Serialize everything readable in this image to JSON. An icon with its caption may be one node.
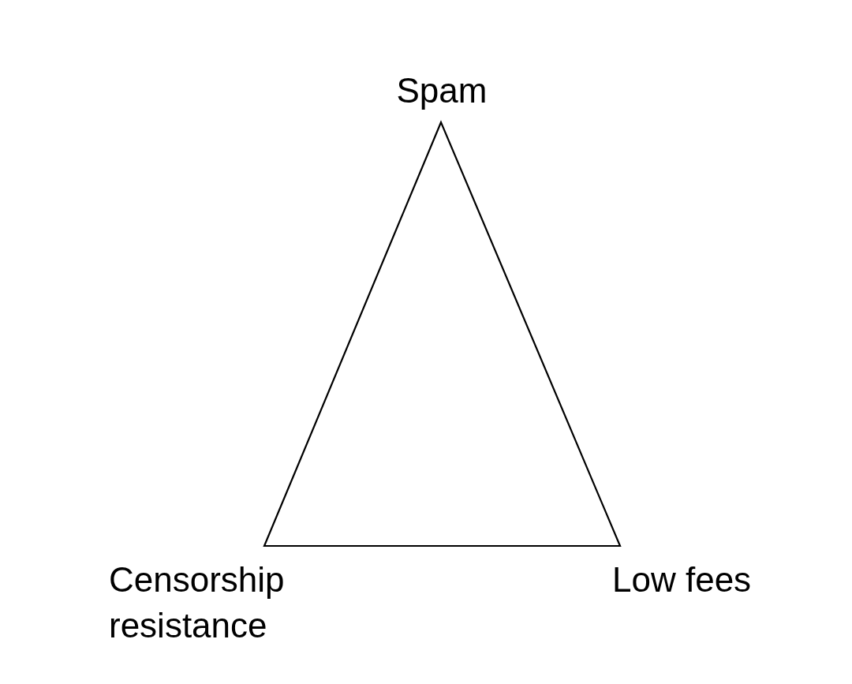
{
  "diagram": {
    "labels": [
      "Spam",
      "Censorship resistance",
      "Low fees"
    ]
  }
}
